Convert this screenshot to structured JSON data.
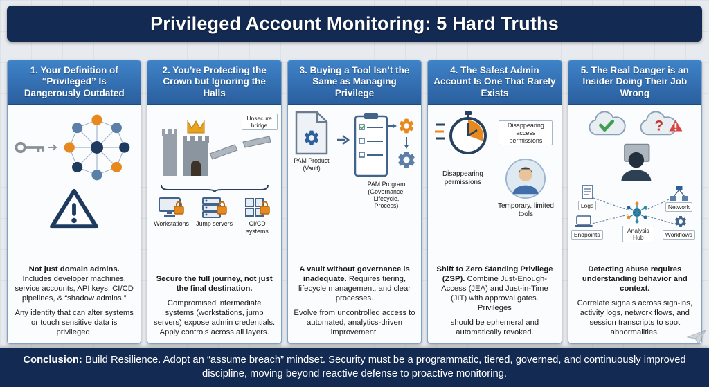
{
  "header": {
    "title": "Privileged Account Monitoring: 5 Hard Truths"
  },
  "cards": [
    {
      "title": "1. Your Definition of “Privileged” Is Dangerously Outdated",
      "bold": "Not just domain admins.",
      "para1": "Includes developer machines, service accounts, API keys, CI/CD pipelines, & “shadow admins.”",
      "para2": "Any identity that can alter systems or touch sensitive data is privileged."
    },
    {
      "title": "2. You’re Protecting the Crown but Ignoring the Halls",
      "labels": {
        "bridge": "Unsecure bridge",
        "workstations": "Workstations",
        "jump": "Jump servers",
        "cicd": "CI/CD systems"
      },
      "bold": "Secure the full journey, not just the final destination.",
      "para1": "Compromised intermediate systems (workstations, jump servers) expose admin credentials. Apply controls across all layers."
    },
    {
      "title": "3. Buying a Tool Isn’t the Same as Managing Privilege",
      "labels": {
        "product": "PAM Product (Vault)",
        "program": "PAM Program (Governance, Lifecycle, Process)"
      },
      "bold": "A vault without governance is inadequate.",
      "para1": "Requires tiering, lifecycle management, and clear processes.",
      "para2": "Evolve from uncontrolled access to automated, analytics-driven improvement."
    },
    {
      "title": "4. The Safest Admin Account Is One That Rarely Exists",
      "labels": {
        "access": "Disappearing access permissions",
        "permissions": "Disappearing permissions",
        "tools": "Temporary, limited tools"
      },
      "bold": "Shift to Zero Standing Privilege (ZSP).",
      "para1": "Combine Just-Enough-Access (JEA) and Just-in-Time (JIT) with approval gates. Privileges",
      "para2": "should be ephemeral and automatically revoked."
    },
    {
      "title": "5. The Real Danger is an Insider Doing Their Job Wrong",
      "labels": {
        "logs": "Logs",
        "network": "Network",
        "endpoints": "Endpoints",
        "hub": "Analysis Hub",
        "workflows": "Workflows"
      },
      "bold": "Detecting abuse requires understanding behavior and context.",
      "para1": "Correlate signals across sign-ins, activity logs, network flows, and session transcripts to spot abnormalities."
    }
  ],
  "conclusion": {
    "label": "Conclusion:",
    "text": " Build Resilience. Adopt an “assume breach” mindset. Security must be a programmatic, tiered, governed, and continuously improved discipline, moving beyond reactive defense to proactive monitoring."
  },
  "icons": {
    "key-icon": "svg-key",
    "identity-network-icon": "svg-node-graph",
    "warning-triangle-icon": "svg-triangle-exclaim",
    "castle-icon": "svg-castle-crown",
    "broken-bridge-icon": "svg-broken-bridge",
    "workstation-icon": "svg-monitor-lock",
    "jump-server-icon": "svg-server-lock",
    "cicd-icon": "svg-grid-lock",
    "pam-product-icon": "svg-file-gear",
    "pam-program-icon": "svg-checklist-gears",
    "stopwatch-icon": "svg-stopwatch",
    "admin-user-icon": "svg-avatar",
    "cloud-check-icon": "svg-cloud-check",
    "cloud-question-icon": "svg-cloud-question",
    "analyst-icon": "svg-person-monitor",
    "analysis-hub-icon": "svg-hub",
    "logs-icon": "svg-document",
    "endpoints-icon": "svg-laptop",
    "network-icon": "svg-nodes",
    "workflows-icon": "svg-gear",
    "paper-plane-icon": "svg-plane"
  },
  "colors": {
    "navy": "#132a52",
    "card_header_top": "#3f83c9",
    "card_header_bottom": "#2a5f9e",
    "accent_orange": "#e8891f",
    "steel_blue": "#5b7fa6",
    "alert_red": "#c0392b",
    "ok_green": "#3f9e4f"
  }
}
